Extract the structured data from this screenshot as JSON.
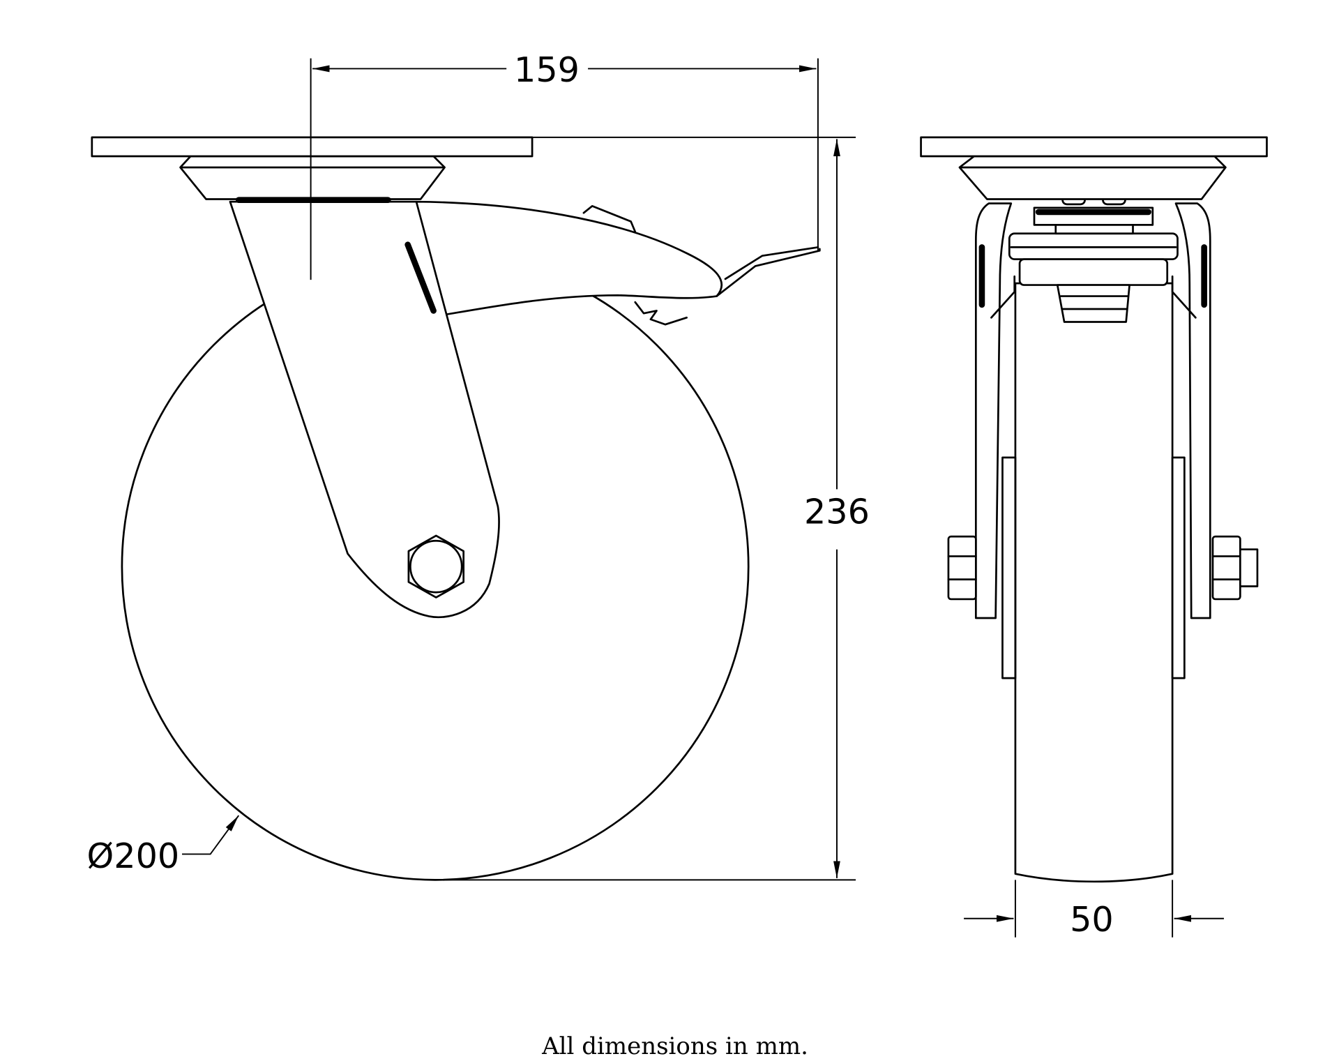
{
  "drawing": {
    "title": "Swivel castor with brake - technical drawing",
    "dimensions": {
      "offset": "159",
      "height": "236",
      "wheel_diameter": "Ø200",
      "wheel_width": "50"
    },
    "caption": "All dimensions in mm."
  },
  "colors": {
    "line": "#000000",
    "background": "#ffffff"
  }
}
